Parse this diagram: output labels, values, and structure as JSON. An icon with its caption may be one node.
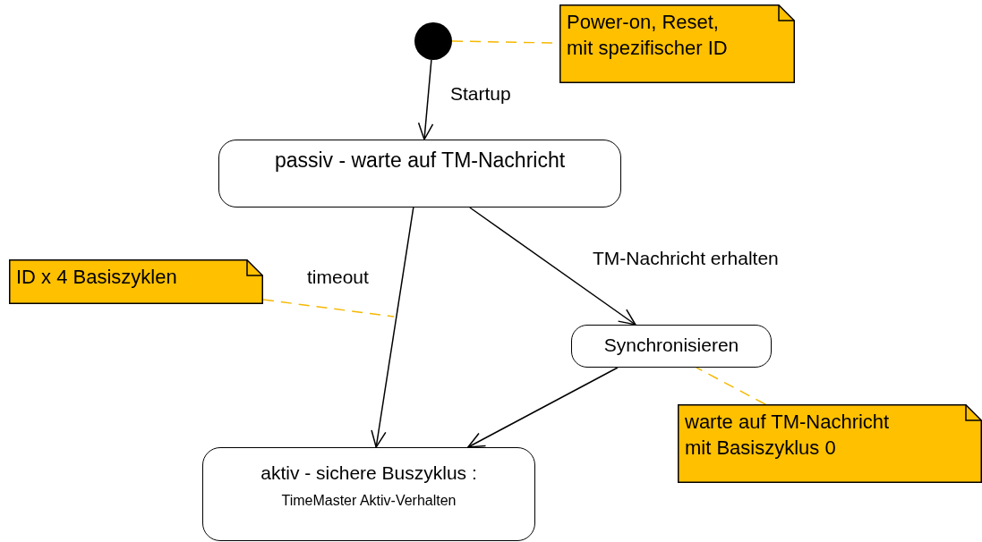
{
  "diagram": {
    "nodes": [
      {
        "text": [],
        "shape": "circle"
      },
      {
        "text": [
          "Power-on, Reset, mit spezifischer ID"
        ]
      },
      {
        "text": [
          "passiv - warte auf TM-Nachricht"
        ]
      },
      {
        "text": [
          "ID x 4 Basiszyklen"
        ]
      },
      {
        "text": [
          "Synchronisieren"
        ]
      },
      {
        "text": [
          "warte auf TM-Nachricht mit Basiszyklus 0"
        ]
      },
      {
        "text": [
          "aktiv - sichere Buszyklus :",
          "TimeMaster Aktiv-Verhalten"
        ]
      }
    ],
    "edges": [
      {
        "from": 0,
        "to": 2,
        "arrow": "to",
        "label": "Startup"
      },
      {
        "from": 0,
        "to": 1,
        "arrow": "none",
        "style": "dashed",
        "color": "#f5b800"
      },
      {
        "from": 2,
        "to": 6,
        "arrow": "to",
        "label": "timeout"
      },
      {
        "from": 3,
        "to": null,
        "arrow": "none",
        "style": "dashed",
        "color": "#f5b800"
      },
      {
        "from": 2,
        "to": 4,
        "arrow": "to",
        "label": "TM-Nachricht erhalten"
      },
      {
        "from": 4,
        "to": 6,
        "arrow": "to"
      },
      {
        "from": 5,
        "to": 4,
        "arrow": "none",
        "style": "dashed",
        "color": "#f5b800"
      }
    ]
  }
}
